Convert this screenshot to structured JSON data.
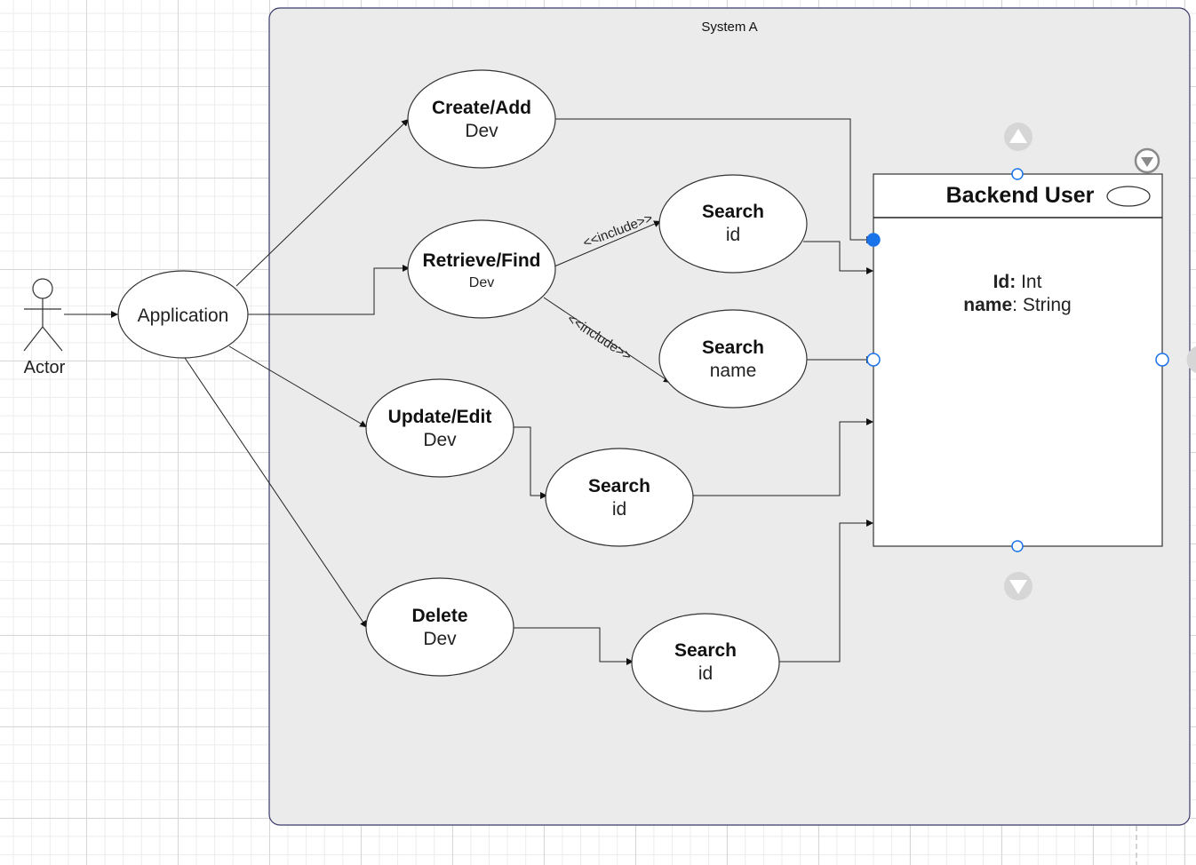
{
  "system": {
    "title": "System A"
  },
  "actor": {
    "label": "Actor"
  },
  "use_cases": {
    "application": "Application",
    "create_title": "Create/Add",
    "create_sub": "Dev",
    "retrieve_title": "Retrieve/Find",
    "retrieve_sub": "Dev",
    "update_title": "Update/Edit",
    "update_sub": "Dev",
    "delete_title": "Delete",
    "delete_sub": "Dev",
    "search_id_1_title": "Search",
    "search_id_1_sub": "id",
    "search_name_title": "Search",
    "search_name_sub": "name",
    "search_id_2_title": "Search",
    "search_id_2_sub": "id",
    "search_id_3_title": "Search",
    "search_id_3_sub": "id"
  },
  "relations": {
    "include_1": "<<include>>",
    "include_2": "<<include>>"
  },
  "entity": {
    "title": "Backend User",
    "attr1_name": "Id:",
    "attr1_type": " Int",
    "attr2_name": "name",
    "attr2_type": ": String"
  },
  "colors": {
    "system_fill": "#ebebeb",
    "system_border": "#3a3a6a",
    "selection": "#1a73e8",
    "handle_gray": "#c8c8c8"
  }
}
